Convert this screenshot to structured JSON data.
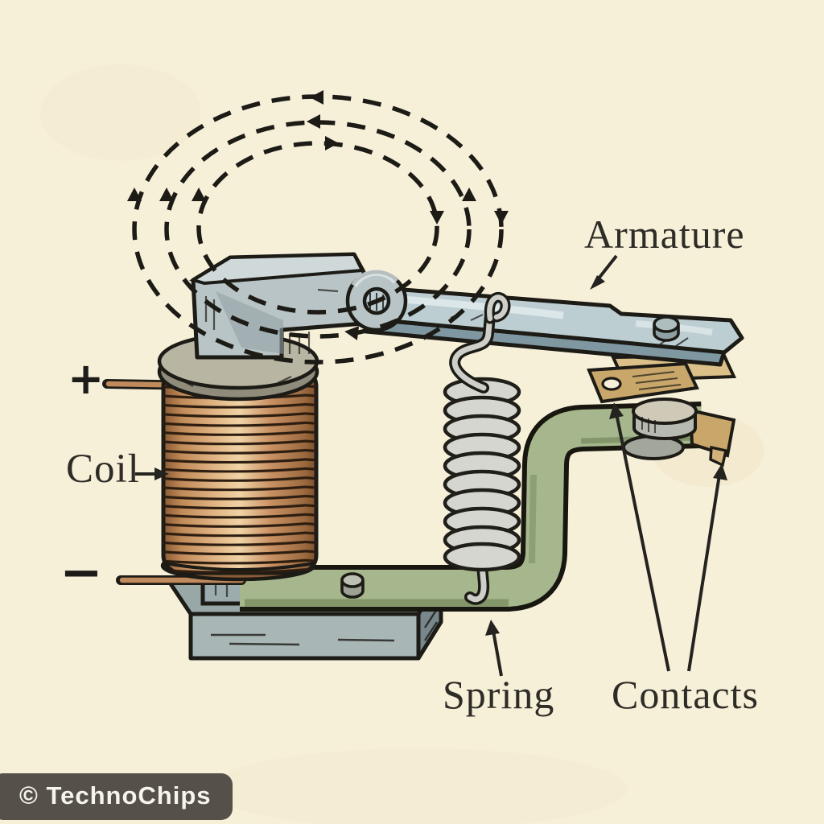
{
  "page": {
    "background": "#f7f0d9"
  },
  "diagram": {
    "subject": "electromagnetic relay cutaway illustration",
    "labels": {
      "armature": "Armature",
      "coil": "Coil",
      "spring": "Spring",
      "contacts": "Contacts"
    },
    "terminals": {
      "positive": "+",
      "negative": "−"
    },
    "field_lines": {
      "count": 3,
      "style": "dashed concentric ellipses with direction arrows"
    },
    "colors": {
      "paper": "#f7f0d9",
      "ink": "#1c1b16",
      "metal_light": "#c2d2d5",
      "metal": "#b9c6c8",
      "metal_shadow": "#7f97a1",
      "copper": "#c68c5c",
      "copper_highlight": "#eed2a6",
      "green_bracket": "#a7b78d",
      "brass_contact": "#c9a66a",
      "spring_gray": "#d6d6d0",
      "label_text": "#2e2c26"
    }
  },
  "watermark": {
    "text": "© TechnoChips",
    "bg": "#55504a",
    "fg": "#f7f4ec"
  }
}
